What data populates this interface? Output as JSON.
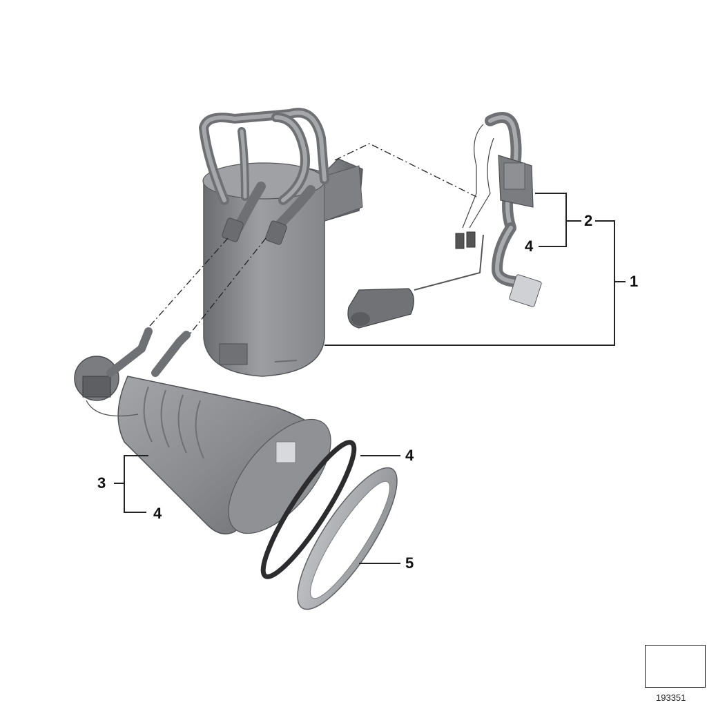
{
  "callouts": {
    "c1": "1",
    "c2": "2",
    "c4_top": "4",
    "c3": "3",
    "c4_left": "4",
    "c4_ring": "4",
    "c5": "5"
  },
  "reference_number": "193351",
  "colors": {
    "part_fill": "#8d8f93",
    "part_light": "#b7b9bd",
    "part_dark": "#5e6064",
    "leader": "#222222"
  }
}
